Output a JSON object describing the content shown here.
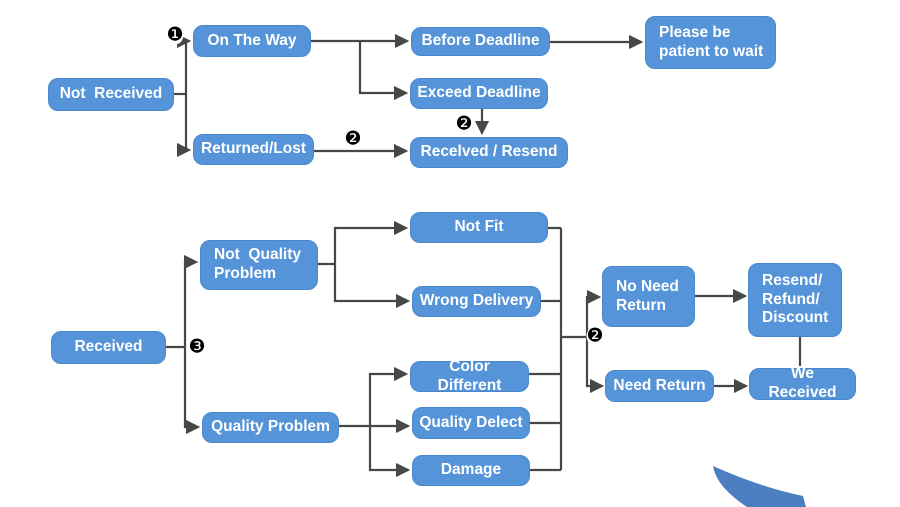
{
  "diagram": {
    "description": "Order status / dispute resolution flowchart",
    "background": "#ffffff"
  },
  "colors": {
    "node_fill": "#5594d8",
    "node_border": "#4a88cd",
    "node_text": "#ffffff",
    "connector": "#474747",
    "badge": "#000000",
    "swoosh": "#4c7fc1"
  },
  "nodes": [
    {
      "id": "not-received",
      "label": "Not  Received"
    },
    {
      "id": "on-the-way",
      "label": "On The Way"
    },
    {
      "id": "before-deadline",
      "label": "Before Deadline"
    },
    {
      "id": "please-wait",
      "label": "Please be\npatient to wait"
    },
    {
      "id": "exceed-deadline",
      "label": "Exceed Deadline"
    },
    {
      "id": "returned-lost",
      "label": "Returned/Lost"
    },
    {
      "id": "received-resend",
      "label": "Recelved / Resend"
    },
    {
      "id": "received",
      "label": "Received"
    },
    {
      "id": "not-quality-problem",
      "label": "Not  Quality\nProblem"
    },
    {
      "id": "not-fit",
      "label": "Not Fit"
    },
    {
      "id": "wrong-delivery",
      "label": "Wrong Delivery"
    },
    {
      "id": "quality-problem",
      "label": "Quality Problem"
    },
    {
      "id": "color-different",
      "label": "Color Different"
    },
    {
      "id": "quality-delect",
      "label": "Quality Delect"
    },
    {
      "id": "damage",
      "label": "Damage"
    },
    {
      "id": "no-need-return",
      "label": "No Need\nReturn"
    },
    {
      "id": "resend-refund-discount",
      "label": "Resend/\nRefund/\nDiscount"
    },
    {
      "id": "need-return",
      "label": "Need Return"
    },
    {
      "id": "we-received",
      "label": "We Received"
    }
  ],
  "badges": [
    {
      "id": "step-1",
      "glyph": "❶"
    },
    {
      "id": "step-2-returned-lost",
      "glyph": "❷"
    },
    {
      "id": "step-2-exceed-deadline",
      "glyph": "❷"
    },
    {
      "id": "step-3",
      "glyph": "❸"
    },
    {
      "id": "step-2-return-split",
      "glyph": "❷"
    }
  ]
}
